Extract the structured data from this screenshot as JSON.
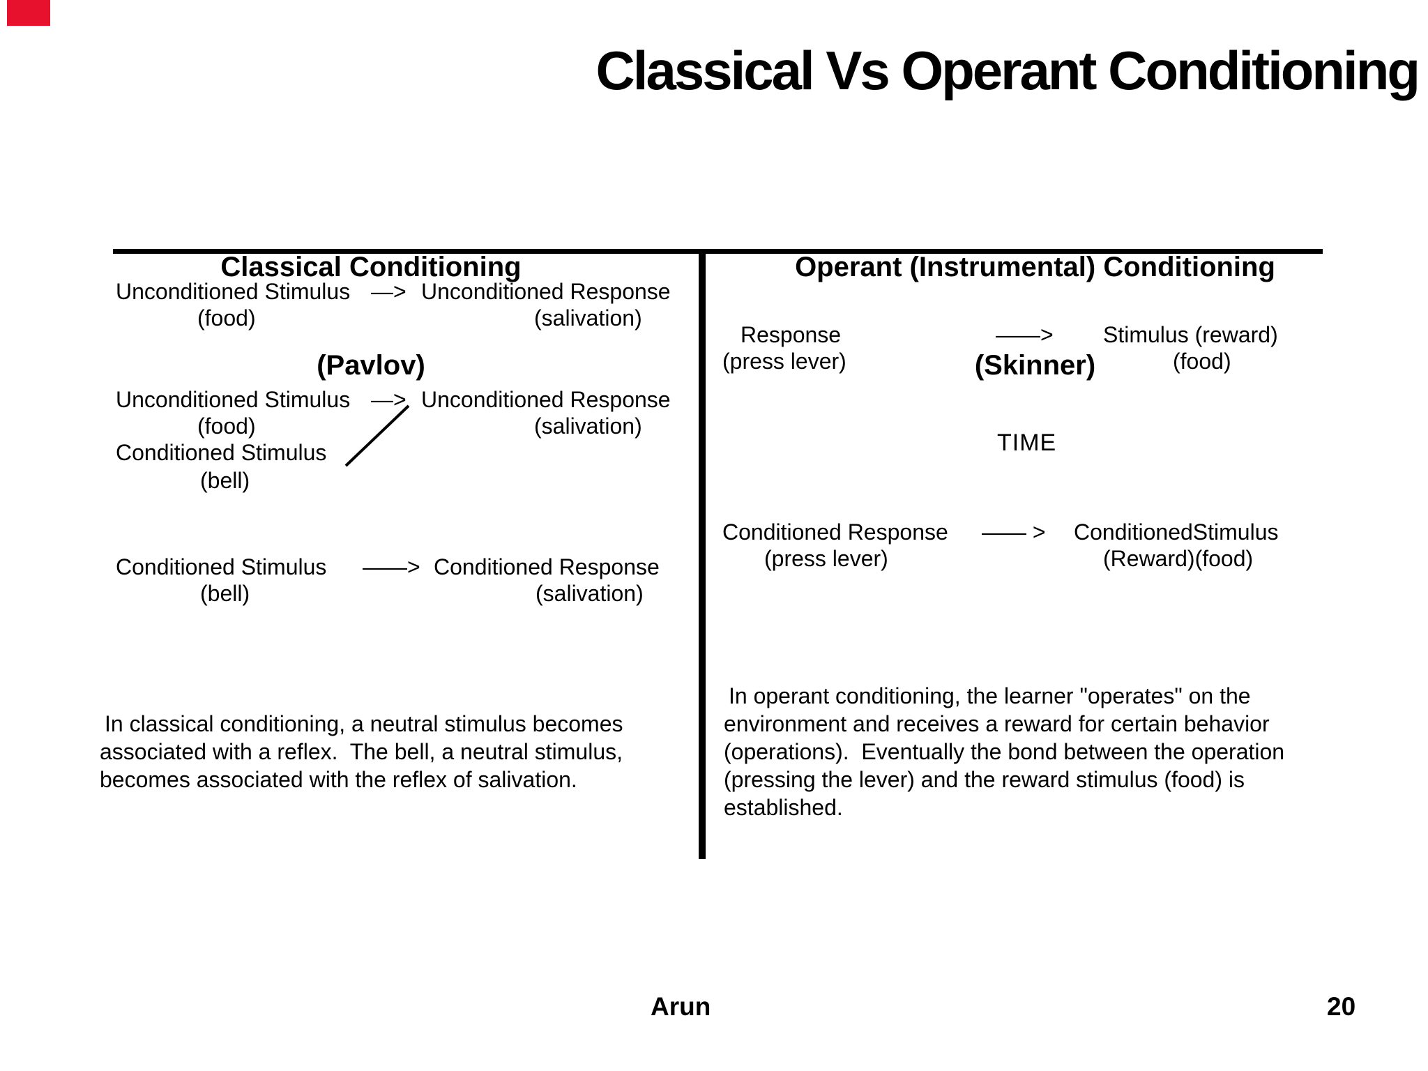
{
  "title": "Classical Vs Operant Conditioning",
  "left": {
    "header": "Classical Conditioning",
    "headerSub": "(Pavlov)",
    "row1": {
      "from": "Unconditioned Stimulus",
      "arrow": "—>",
      "to": "Unconditioned Response",
      "fromSub": "(food)",
      "toSub": "(salivation)"
    },
    "row2": {
      "from": "Unconditioned Stimulus",
      "arrow": "—>",
      "to": "Unconditioned Response",
      "fromSub": "(food)",
      "toSub": "(salivation)",
      "extra": "Conditioned Stimulus",
      "extraSub": "(bell)"
    },
    "row3": {
      "from": "Conditioned Stimulus",
      "arrow": "——>",
      "to": "Conditioned Response",
      "fromSub": "(bell)",
      "toSub": "(salivation)"
    },
    "para": {
      "line1": "In classical conditioning, a neutral stimulus becomes",
      "line2": "associated with a reflex.  The bell, a neutral stimulus,",
      "line3": "becomes associated with the reflex of salivation."
    }
  },
  "right": {
    "header": "Operant (Instrumental) Conditioning",
    "headerSub": "(Skinner)",
    "row1": {
      "from": "Response",
      "fromSub": "(press lever)",
      "arrow": "——>",
      "to": "Stimulus (reward)",
      "toSub": "(food)"
    },
    "timeLabel": "TIME",
    "row2": {
      "from": "Conditioned Response",
      "fromSub": "(press lever)",
      "arrow": "—— >",
      "to": "ConditionedStimulus",
      "toSub": "(Reward)(food)"
    },
    "para": {
      "line1": "In operant conditioning, the learner \"operates\" on the",
      "line2": "environment and receives a reward for certain behavior",
      "line3": "(operations).  Eventually the bond between the operation",
      "line4": "(pressing the lever) and the reward stimulus (food) is",
      "line5": "established."
    }
  },
  "footer": {
    "author": "Arun",
    "page": "20"
  },
  "marks": {
    "redAccent": "#E8112D"
  }
}
